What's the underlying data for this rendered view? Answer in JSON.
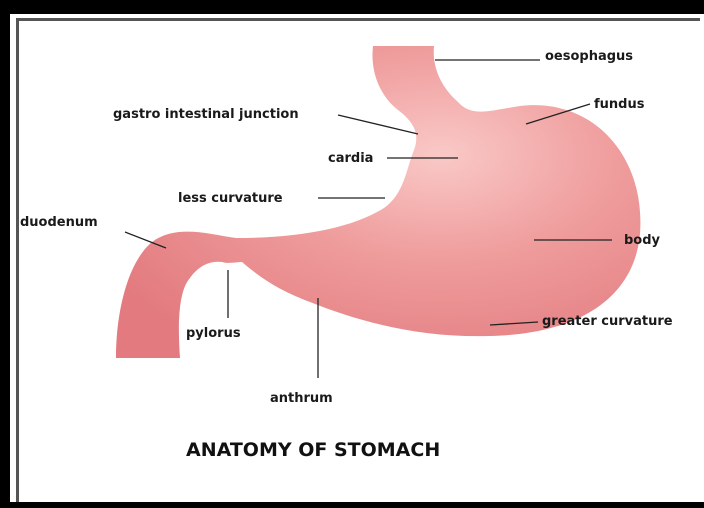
{
  "diagram": {
    "title": "ANATOMY OF STOMACH",
    "labels": {
      "oesophagus": "oesophagus",
      "fundus": "fundus",
      "gastro_intestinal_junction": "gastro intestinal junction",
      "cardia": "cardia",
      "less_curvature": "less curvature",
      "duodenum": "duodenum",
      "body": "body",
      "pylorus": "pylorus",
      "greater_curvature": "greater curvature",
      "anthrum": "anthrum"
    },
    "colors": {
      "stomach": "#e8878a",
      "stomach_highlight": "#f7c0bf",
      "frame": "#000000"
    }
  }
}
